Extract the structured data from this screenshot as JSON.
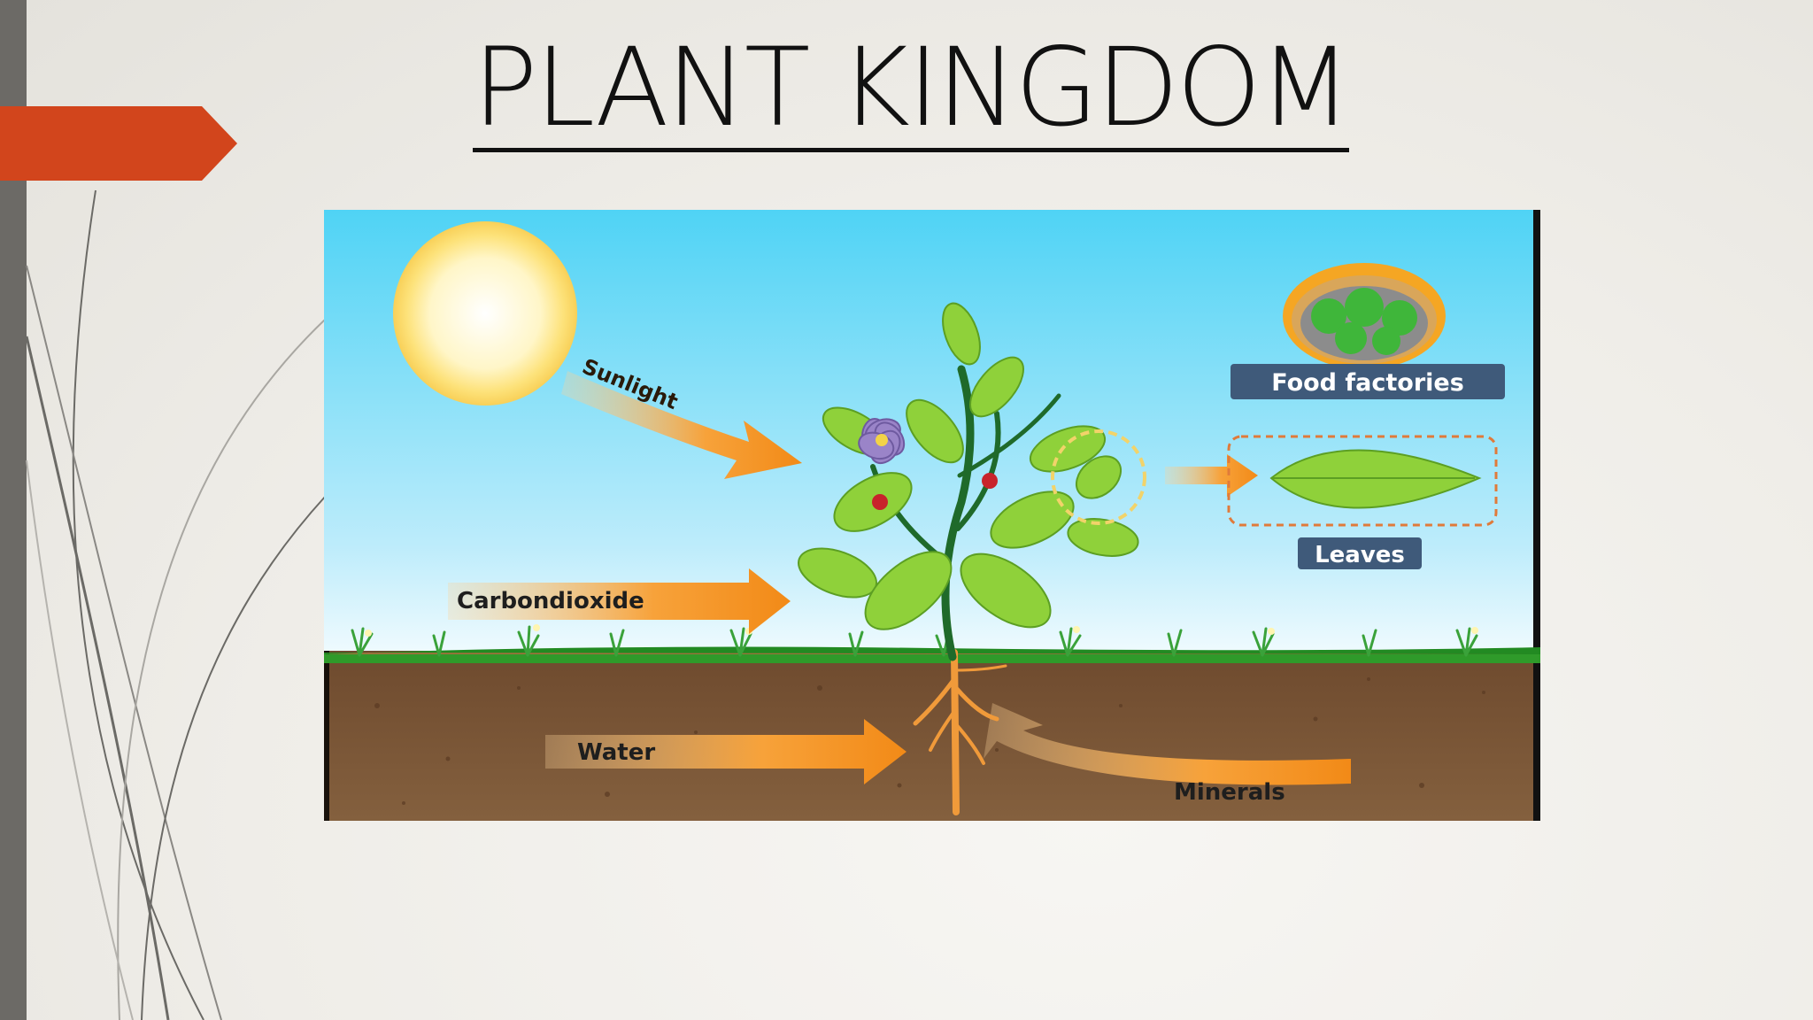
{
  "slide": {
    "title": "PLANT KINGDOM",
    "accent_color": "#d2451c"
  },
  "diagram": {
    "labels": {
      "sunlight": "Sunlight",
      "carbondioxide": "Carbondioxide",
      "water": "Water",
      "minerals": "Minerals",
      "food_factories": "Food factories",
      "leaves": "Leaves"
    },
    "colors": {
      "sky": "#4fd3f5",
      "grass": "#2f9a2a",
      "soil": "#7a5636",
      "arrow": "#f39222",
      "leaf": "#8fd13a"
    }
  }
}
